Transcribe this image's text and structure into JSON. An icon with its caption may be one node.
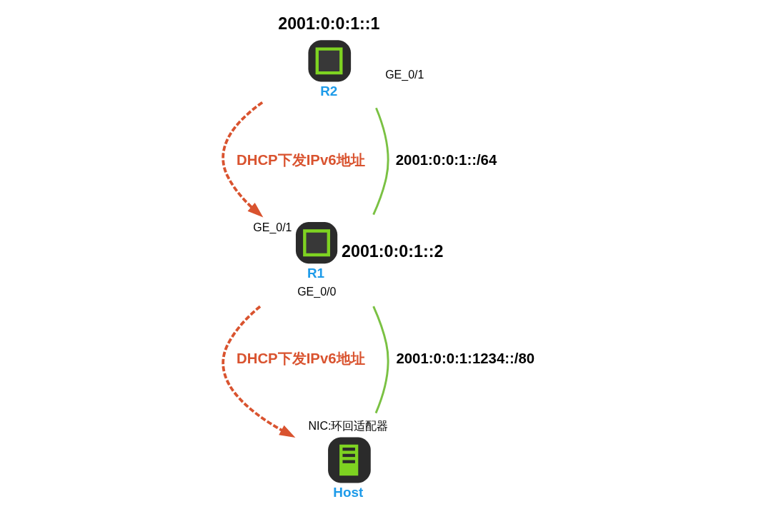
{
  "diagram": {
    "nodes": [
      {
        "text": [
          "R2"
        ],
        "beside": [
          "2001:0:0:1::1",
          "GE_0/1"
        ]
      },
      {
        "text": [
          "R1"
        ],
        "beside": [
          "GE_0/1",
          "2001:0:0:1::2",
          "GE_0/0"
        ]
      },
      {
        "text": [
          "Host"
        ],
        "beside": [
          "NIC:环回适配器"
        ]
      }
    ],
    "edges": [
      {
        "from": 0,
        "to": 1,
        "arrow": "to",
        "style": "dashed",
        "color": "#d9532f",
        "label": "DHCP下发IPv6地址"
      },
      {
        "from": 0,
        "to": 1,
        "arrow": "none",
        "color": "#7ac143",
        "label": "2001:0:0:1::/64"
      },
      {
        "from": 1,
        "to": 2,
        "arrow": "to",
        "style": "dashed",
        "color": "#d9532f",
        "label": "DHCP下发IPv6地址"
      },
      {
        "from": 1,
        "to": 2,
        "arrow": "none",
        "color": "#7ac143",
        "label": "2001:0:0:1:1234::/80"
      }
    ]
  }
}
